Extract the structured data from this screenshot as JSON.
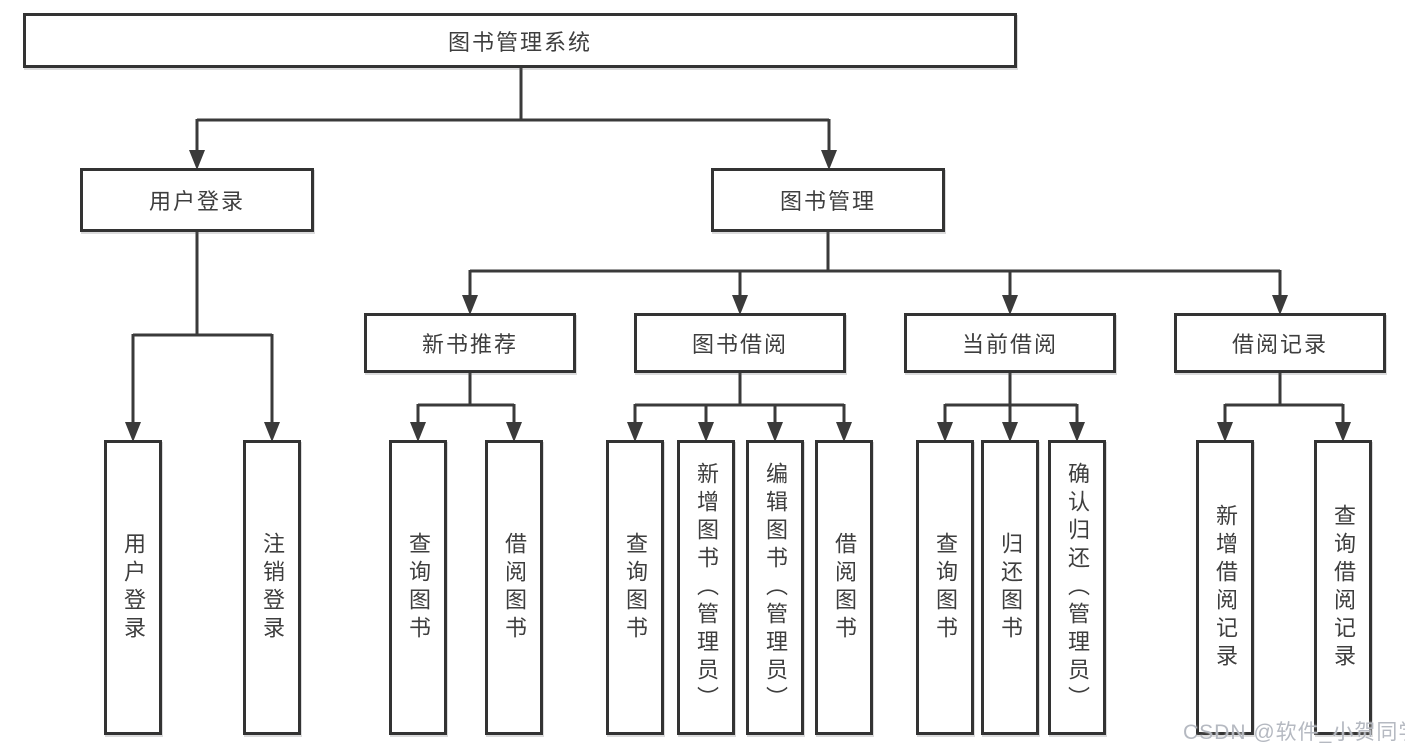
{
  "colors": {
    "line": "#3a3a3a",
    "node_border": "#333333",
    "node_text": "#3e3e3e",
    "background": "#ffffff",
    "watermark_text": "#b5b9c1"
  },
  "root": {
    "label": "图书管理系统"
  },
  "level2": [
    {
      "label": "用户登录"
    },
    {
      "label": "图书管理"
    }
  ],
  "level3": [
    {
      "label": "新书推荐"
    },
    {
      "label": "图书借阅"
    },
    {
      "label": "当前借阅"
    },
    {
      "label": "借阅记录"
    }
  ],
  "leaves": {
    "user_login": [
      {
        "label": "用户登录"
      },
      {
        "label": "注销登录"
      }
    ],
    "new_book_rec": [
      {
        "label": "查询图书"
      },
      {
        "label": "借阅图书"
      }
    ],
    "book_borrow": [
      {
        "label": "查询图书"
      },
      {
        "label": "新增图书（管理员）"
      },
      {
        "label": "编辑图书（管理员）"
      },
      {
        "label": "借阅图书"
      }
    ],
    "current_borrow": [
      {
        "label": "查询图书"
      },
      {
        "label": "归还图书"
      },
      {
        "label": "确认归还（管理员）"
      }
    ],
    "borrow_records": [
      {
        "label": "新增借阅记录"
      },
      {
        "label": "查询借阅记录"
      }
    ]
  },
  "watermark": {
    "text": "CSDN @软件_小贺同学"
  }
}
